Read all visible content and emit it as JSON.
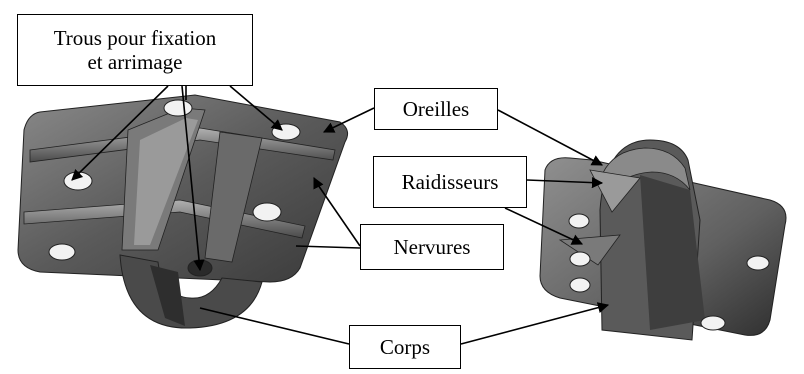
{
  "labels": {
    "trous_line1": "Trous pour fixation",
    "trous_line2": "et arrimage",
    "oreilles": "Oreilles",
    "raidisseurs": "Raidisseurs",
    "nervures": "Nervures",
    "corps": "Corps"
  },
  "colors": {
    "part_dark": "#3a3a3a",
    "part_mid": "#6e6e6e",
    "part_light": "#a8a8a8",
    "hole": "#f2f2f2",
    "line": "#000000"
  }
}
